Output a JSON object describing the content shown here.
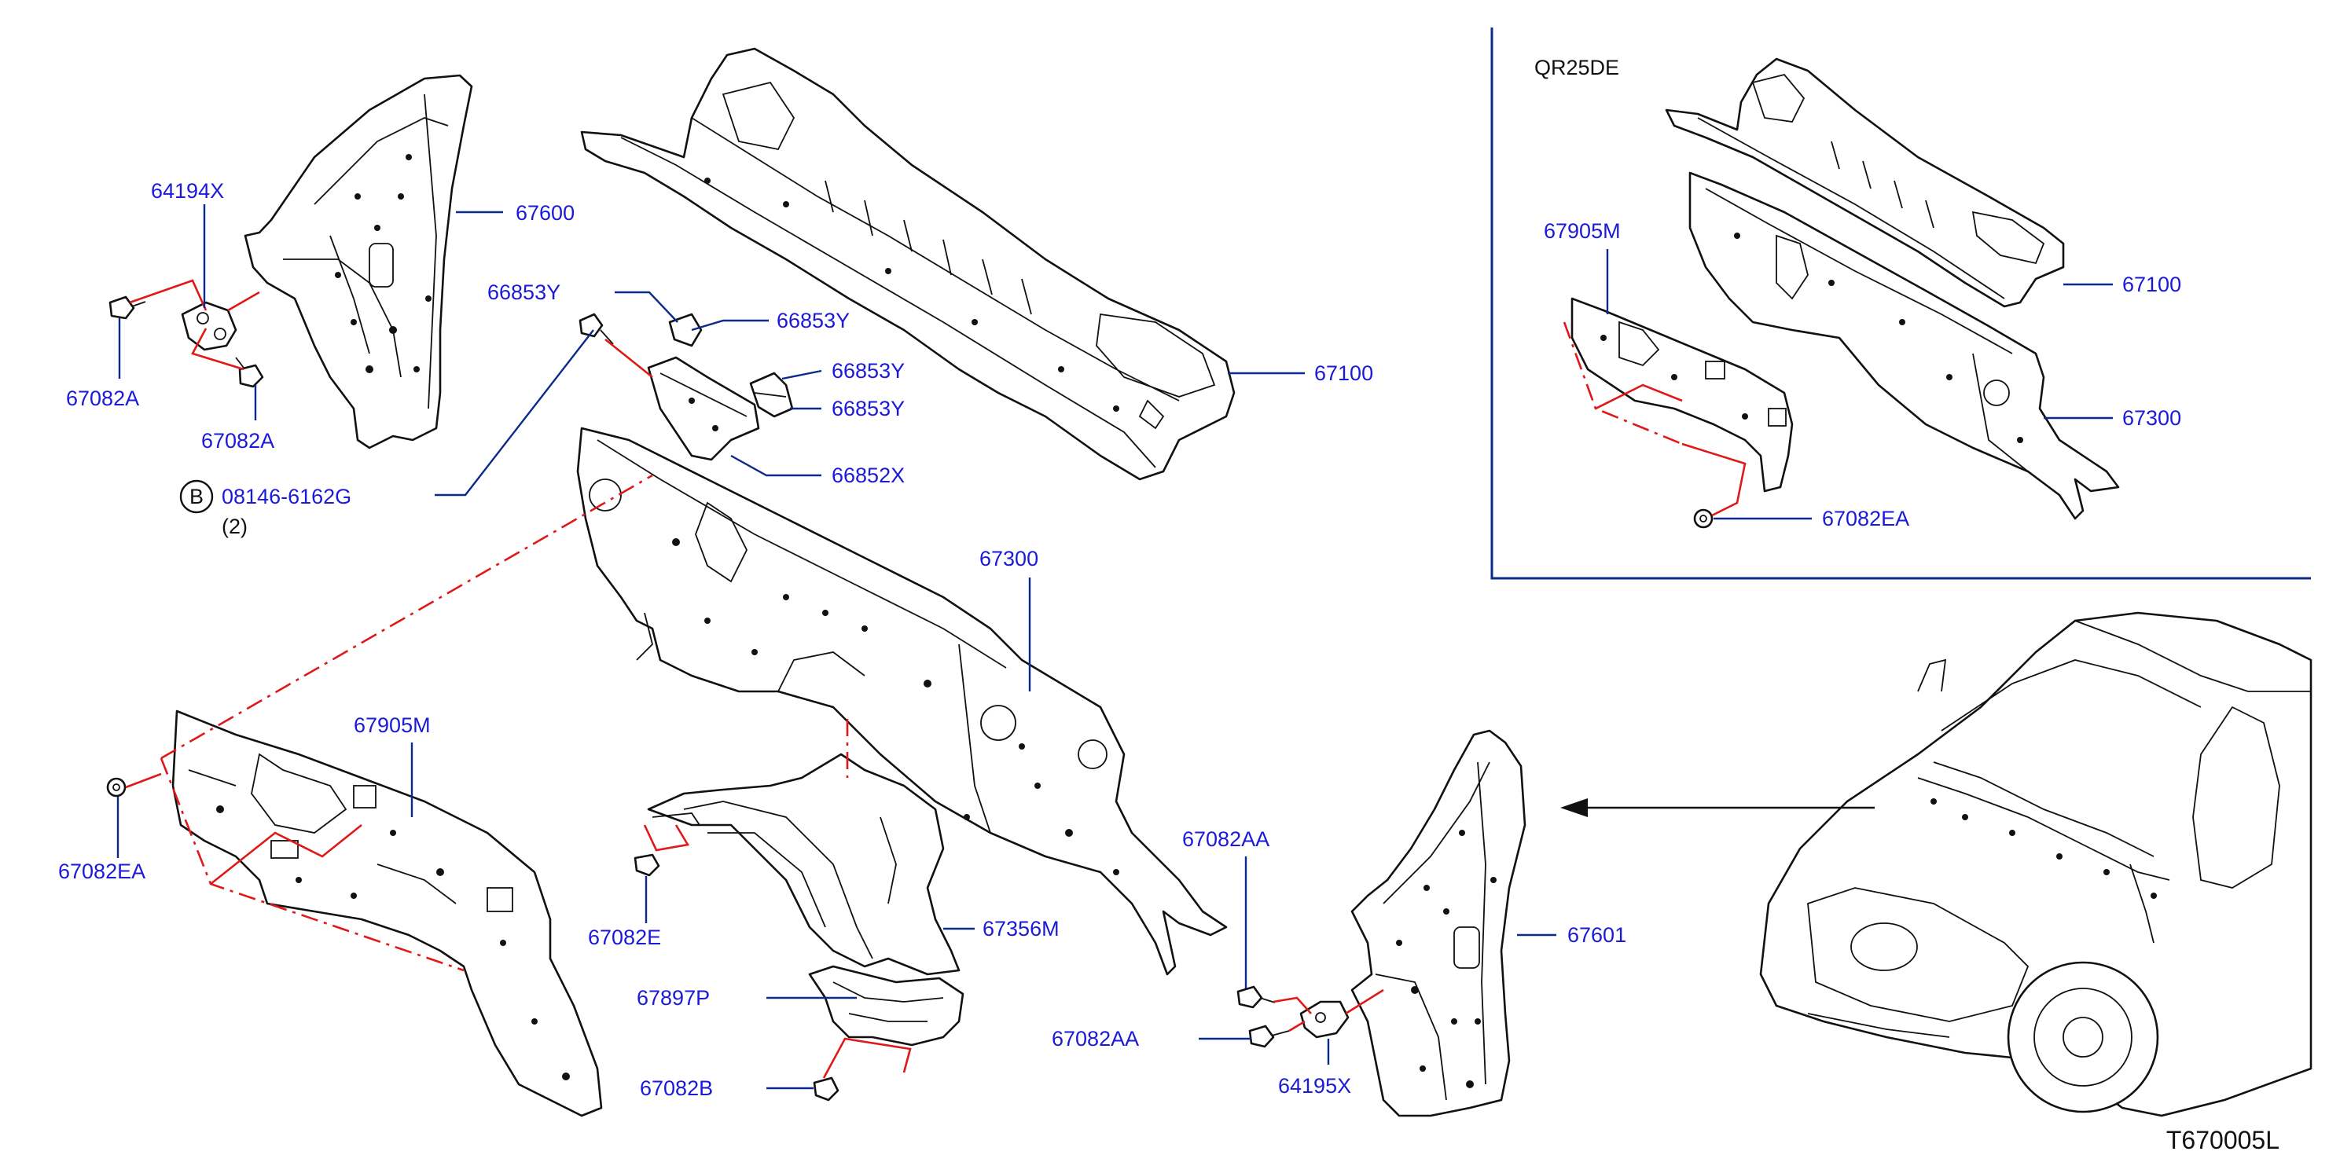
{
  "inset": {
    "title": "QR25DE"
  },
  "diagram_code": "T670005L",
  "callout_b": {
    "letter": "B",
    "part": "08146-6162G",
    "qty": "(2)"
  },
  "labels": {
    "p64194X": "64194X",
    "p67082A_1": "67082A",
    "p67082A_2": "67082A",
    "p67600": "67600",
    "p66853Y_1": "66853Y",
    "p66853Y_2": "66853Y",
    "p66853Y_3": "66853Y",
    "p66853Y_4": "66853Y",
    "p66852X": "66852X",
    "p67100": "67100",
    "p67300": "67300",
    "p67905M": "67905M",
    "p67082EA": "67082EA",
    "p67082E": "67082E",
    "p67356M": "67356M",
    "p67897P": "67897P",
    "p67082B": "67082B",
    "p67082AA_1": "67082AA",
    "p67082AA_2": "67082AA",
    "p64195X": "64195X",
    "p67601": "67601",
    "inset_67905M": "67905M",
    "inset_67100": "67100",
    "inset_67300": "67300",
    "inset_67082EA": "67082EA"
  },
  "colors": {
    "label": "#1a1ad8",
    "leader": "#0a2a8c",
    "assembly_dash": "#e01818"
  }
}
